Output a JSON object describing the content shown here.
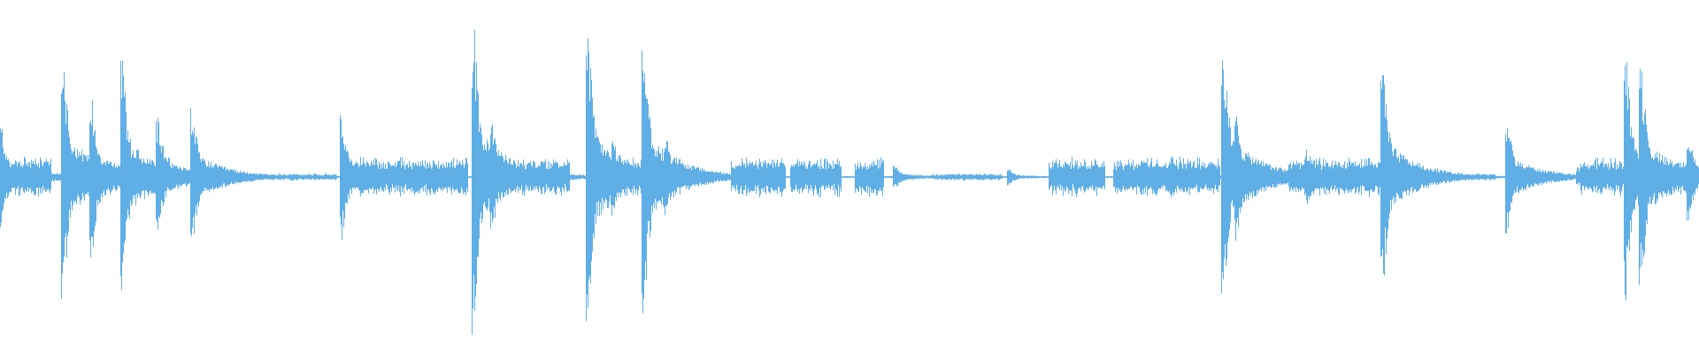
{
  "waveform": {
    "color": "#5faee6",
    "baseline_fraction": 0.5,
    "peaks": [
      {
        "t": 0.0,
        "a": 0.36
      },
      {
        "t": 0.02,
        "a": 0.12
      },
      {
        "t": 0.037,
        "a": 0.79
      },
      {
        "t": 0.054,
        "a": 0.48
      },
      {
        "t": 0.072,
        "a": 0.71
      },
      {
        "t": 0.093,
        "a": 0.36
      },
      {
        "t": 0.113,
        "a": 0.44
      },
      {
        "t": 0.144,
        "a": 0.03
      },
      {
        "t": 0.201,
        "a": 0.4
      },
      {
        "t": 0.24,
        "a": 0.06
      },
      {
        "t": 0.279,
        "a": 0.91
      },
      {
        "t": 0.29,
        "a": 0.34
      },
      {
        "t": 0.346,
        "a": 0.93
      },
      {
        "t": 0.361,
        "a": 0.24
      },
      {
        "t": 0.379,
        "a": 0.81
      },
      {
        "t": 0.392,
        "a": 0.25
      },
      {
        "t": 0.41,
        "a": 0.03
      },
      {
        "t": 0.442,
        "a": 0.04
      },
      {
        "t": 0.527,
        "a": 0.07
      },
      {
        "t": 0.594,
        "a": 0.05
      },
      {
        "t": 0.621,
        "a": 0.05
      },
      {
        "t": 0.662,
        "a": 0.05
      },
      {
        "t": 0.69,
        "a": 0.13
      },
      {
        "t": 0.72,
        "a": 0.83
      },
      {
        "t": 0.728,
        "a": 0.38
      },
      {
        "t": 0.77,
        "a": 0.16
      },
      {
        "t": 0.814,
        "a": 0.67
      },
      {
        "t": 0.887,
        "a": 0.37
      },
      {
        "t": 0.929,
        "a": 0.06
      },
      {
        "t": 0.957,
        "a": 0.75
      },
      {
        "t": 0.966,
        "a": 0.68
      },
      {
        "t": 0.994,
        "a": 0.26
      }
    ],
    "quiet_segments": [
      [
        0.16,
        0.198
      ],
      [
        0.548,
        0.59
      ],
      [
        0.74,
        0.758
      ],
      [
        0.828,
        0.88
      ],
      [
        0.896,
        0.925
      ]
    ],
    "busy_segments": [
      [
        0.0,
        0.03
      ],
      [
        0.07,
        0.1
      ],
      [
        0.21,
        0.235
      ],
      [
        0.235,
        0.275
      ],
      [
        0.29,
        0.335
      ],
      [
        0.348,
        0.4
      ],
      [
        0.43,
        0.462
      ],
      [
        0.465,
        0.495
      ],
      [
        0.503,
        0.52
      ],
      [
        0.617,
        0.65
      ],
      [
        0.655,
        0.69
      ],
      [
        0.69,
        0.718
      ],
      [
        0.758,
        0.812
      ],
      [
        0.93,
        0.955
      ],
      [
        0.955,
        1.0
      ]
    ]
  }
}
